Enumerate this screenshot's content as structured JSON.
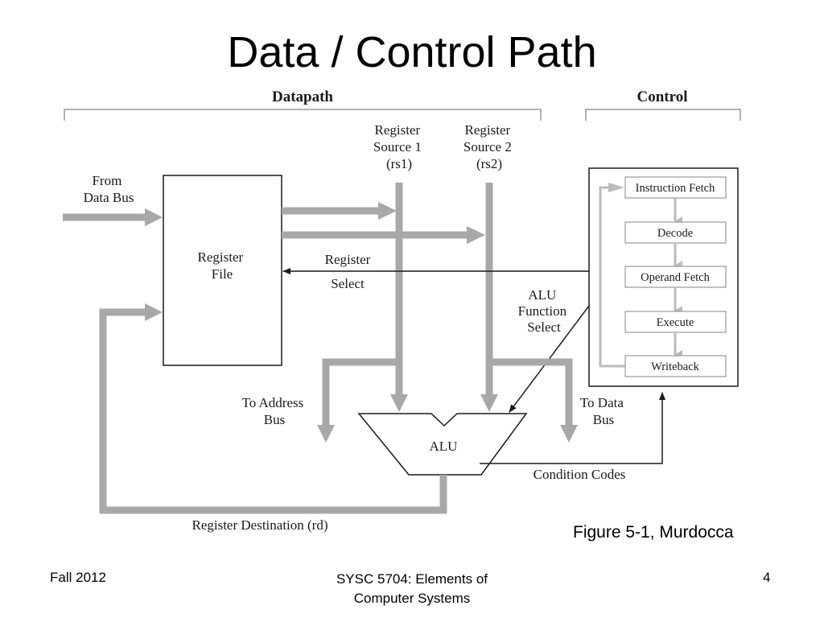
{
  "slide": {
    "title": "Data / Control Path",
    "caption": "Figure 5-1, Murdocca",
    "footer": {
      "left": "Fall 2012",
      "center_line1": "SYSC 5704: Elements of",
      "center_line2": "Computer Systems",
      "page_number": "4"
    }
  },
  "diagram": {
    "datapath_heading": "Datapath",
    "control_heading": "Control",
    "from_data_bus": [
      "From",
      "Data Bus"
    ],
    "register_file": [
      "Register",
      "File"
    ],
    "rs1": [
      "Register",
      "Source 1",
      "(rs1)"
    ],
    "rs2": [
      "Register",
      "Source 2",
      "(rs2)"
    ],
    "register_select": [
      "Register",
      "Select"
    ],
    "alu_function_select": [
      "ALU",
      "Function",
      "Select"
    ],
    "to_address_bus": [
      "To Address",
      "Bus"
    ],
    "to_data_bus": [
      "To Data",
      "Bus"
    ],
    "alu": "ALU",
    "condition_codes": "Condition Codes",
    "register_destination": "Register Destination (rd)",
    "control_steps": [
      "Instruction Fetch",
      "Decode",
      "Operand Fetch",
      "Execute",
      "Writeback"
    ]
  },
  "colors": {
    "bus_gray": "#a8a8a8",
    "line_dark": "#1a1a1a",
    "step_arrow": "#bbbbbb"
  }
}
